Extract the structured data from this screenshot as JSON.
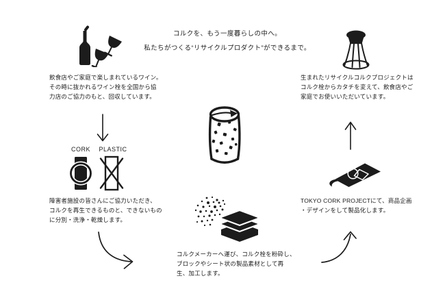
{
  "colors": {
    "background": "#ffffff",
    "ink": "#1c1c1c"
  },
  "title": {
    "line1": "コルクを、もう一度暮らしの中へ。",
    "line2": "私たちがつくる“リサイクルプロダクト”ができるまで。"
  },
  "sort_badges": {
    "cork": "CORK",
    "plastic": "PLASTIC"
  },
  "steps": {
    "collect": {
      "icon": "wine-bottle-and-glasses",
      "lines": [
        "飲食店やご家庭で楽しまれているワイン。",
        "その時に抜かれるワイン栓を全国から協",
        "力店のご協力のもと、回収しています。"
      ]
    },
    "sort": {
      "icon": "cork-accepted-plastic-rejected-badges",
      "lines": [
        "障害者施設の皆さんにご協力いただき、",
        "コルクを再生できるものと、できないもの",
        "に分別・洗浄・乾燥します。"
      ]
    },
    "crush": {
      "icon": "cork-granules-and-sheet-blocks",
      "lines": [
        "コルクメーカーへ運び、コルク栓を粉砕し、",
        "ブロックやシート状の製品素材として再",
        "生、加工します。"
      ]
    },
    "design": {
      "icon": "product-design-sheet",
      "lines": [
        "TOKYO CORK PROJECTにて、商品企画",
        "・デザインをして製品化します。"
      ]
    },
    "use": {
      "icon": "cork-stool",
      "lines": [
        "生まれたリサイクルコルクプロジェクトは",
        "コルク栓からカタチを変えて、飲食店やご",
        "家庭でお使いいただいています。"
      ]
    }
  },
  "center_icon": "speckled-wine-cork",
  "flow_arrows": [
    "down",
    "curved-right",
    "curved-up",
    "up"
  ]
}
